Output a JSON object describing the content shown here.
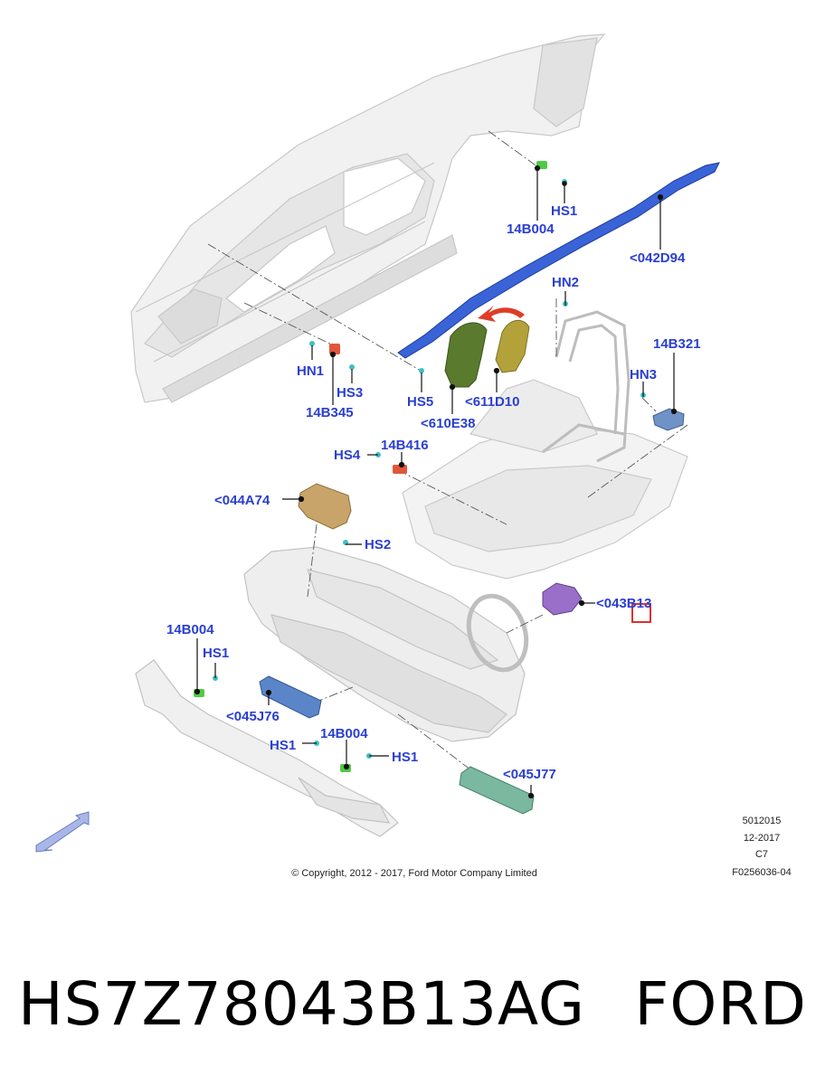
{
  "callouts": {
    "hs1_top": "HS1",
    "b004_top": "14B004",
    "d94": "<042D94",
    "hn2": "HN2",
    "b321": "14B321",
    "hn3": "HN3",
    "hn1": "HN1",
    "hs3": "HS3",
    "b345": "14B345",
    "hs5": "HS5",
    "d10": "<611D10",
    "e38": "<610E38",
    "hs4": "HS4",
    "b416": "14B416",
    "a74": "<044A74",
    "hs2": "HS2",
    "b13": "<043B13",
    "b004_left": "14B004",
    "hs1_left": "HS1",
    "j76": "<045J76",
    "hs1_bottom_left": "HS1",
    "b004_bottom": "14B004",
    "hs1_bottom_right": "HS1",
    "j77": "<045J77"
  },
  "meta": {
    "line1": "5012015",
    "line2": "12-2017",
    "line3": "C7",
    "line4": "F0256036-04"
  },
  "copyright": "© Copyright, 2012 - 2017, Ford Motor Company Limited",
  "caption": {
    "part_number": "HS7Z78043B13AG",
    "brand": "FORD"
  },
  "colors": {
    "callout_text": "#2a3fd0",
    "curtain_airbag": "#3a63d8",
    "seat_airbag_left": "#5a7a2e",
    "seat_airbag_right": "#b3a23a",
    "knee_airbag_passenger": "#c9a46a",
    "driver_module": "#9a6fc9",
    "knee_airbag_driver": "#5a86c9",
    "lower_airbag": "#7ab8a0",
    "arrow_red": "#e03c28",
    "highlight_box": "#e03030"
  }
}
